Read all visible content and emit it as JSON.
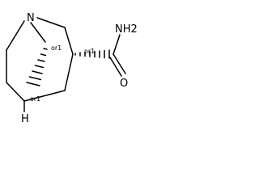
{
  "molecule": {
    "atoms": {
      "n1": "N",
      "nh2": "NH2",
      "o": "O",
      "h": "H"
    },
    "stereo_labels": {
      "c_bridge": "or1",
      "c3": "or1",
      "c5": "or1"
    }
  }
}
